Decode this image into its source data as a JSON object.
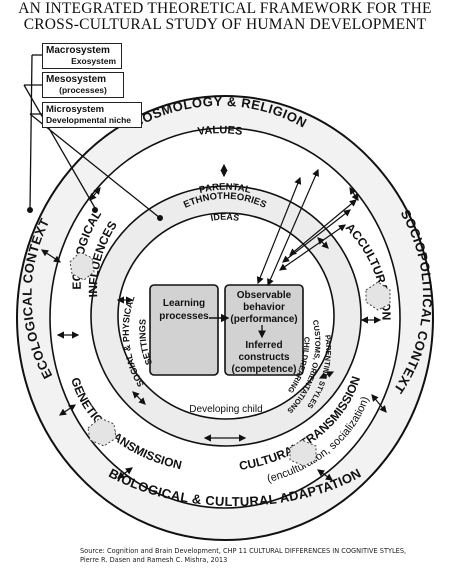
{
  "title": {
    "line1": "AN INTEGRATED THEORETICAL FRAMEWORK FOR THE",
    "line2": "CROSS-CULTURAL STUDY OF HUMAN DEVELOPMENT"
  },
  "legend": {
    "macro": {
      "line1": "Macrosystem",
      "line2": "Exosystem"
    },
    "meso": {
      "line1": "Mesosystem",
      "line2": "(processes)"
    },
    "micro": {
      "line1": "Microsystem",
      "line2": "Developmental niche"
    }
  },
  "outer_ring": {
    "top": "COSMOLOGY & RELIGION",
    "top2": "VALUES",
    "left": "ECOLOGICAL CONTEXT",
    "right": "SOCIOPOLITICAL CONTEXT",
    "bottom": "BIOLOGICAL & CULTURAL ADAPTATION"
  },
  "middle_ring": {
    "ecological": "ECOLOGICAL",
    "influences": "INFLUENCES",
    "acculturation": "ACCULTURATION",
    "genetic": "GENETIC TRANSMISSION",
    "cultural": "CULTURAL TRANSMISSION",
    "cultural_sub": "(enculturation, socialization)"
  },
  "inner_ring": {
    "parental1": "PARENTAL",
    "parental2": "ETHNOTHEORIES",
    "parental3": "IDEAS",
    "social1": "SOCIAL & PHYSICAL",
    "social2": "SETTINGS",
    "child1": "CHILDREARING",
    "child2": "CUSTOMS, ORIENTATIONS",
    "child3": "PARENTING STYLES",
    "developing": "Developing child"
  },
  "core": {
    "learning1": "Learning",
    "learning2": "processes",
    "obs1": "Observable",
    "obs2": "behavior",
    "obs3": "(performance)",
    "inf1": "Inferred",
    "inf2": "constructs",
    "inf3": "(competence)"
  },
  "source": {
    "line1": "Source: Cognition and Brain Development, CHP 11 CULTURAL DIFFERENCES IN COGNITIVE STYLES,",
    "line2": "Pierre R. Dasen and Ramesh C. Mishra, 2013"
  }
}
